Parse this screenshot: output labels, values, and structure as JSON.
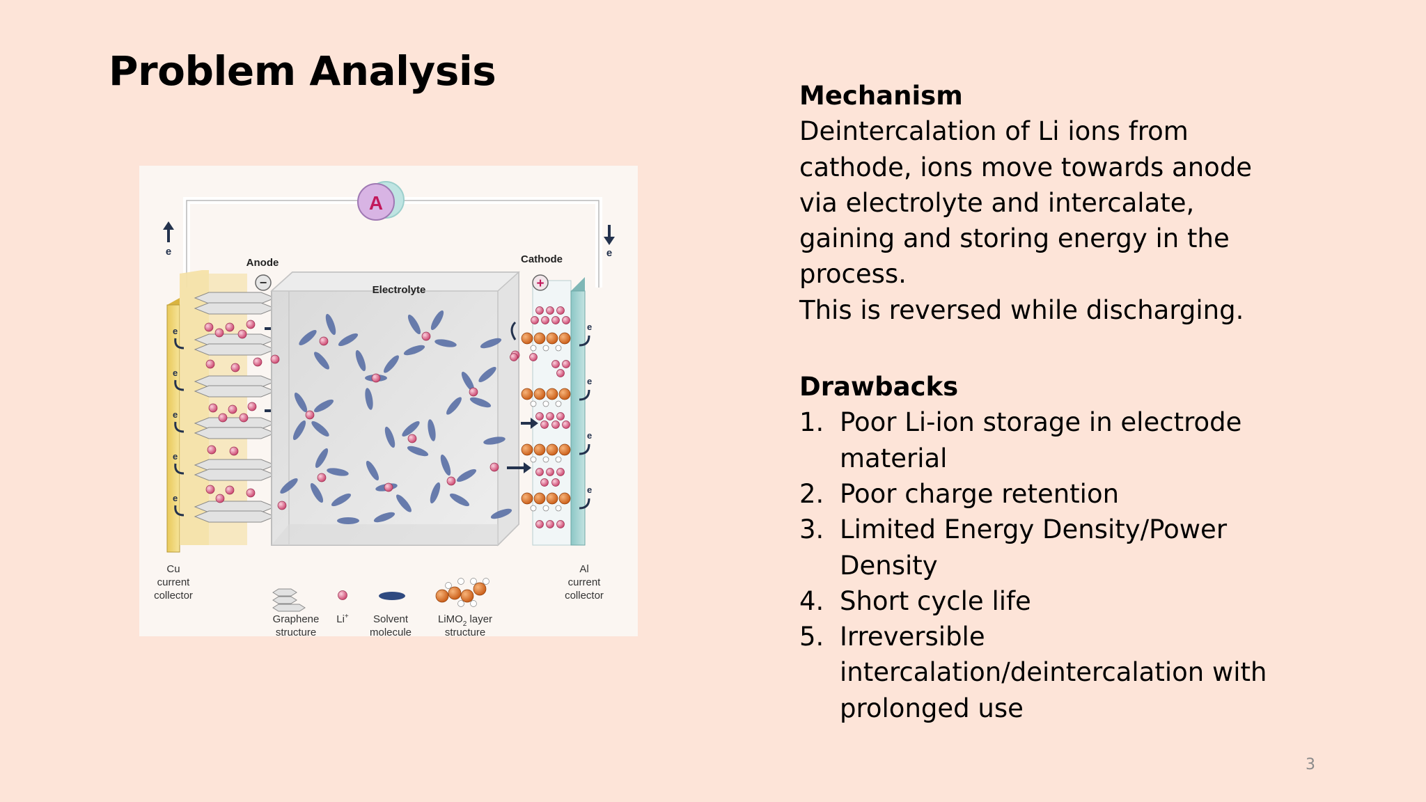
{
  "slide": {
    "title": "Problem Analysis",
    "page_number": "3"
  },
  "figure": {
    "ammeter_label": "A",
    "electron_left": "e",
    "electron_right": "e",
    "anode_label": "Anode",
    "cathode_label": "Cathode",
    "electrolyte_label": "Electrolyte",
    "minus_sign": "−",
    "plus_sign": "+",
    "electron_flow_label": "e",
    "cu_collector": [
      "Cu",
      "current",
      "collector"
    ],
    "al_collector": [
      "Al",
      "current",
      "collector"
    ],
    "legend": {
      "graphene": [
        "Graphene",
        "structure"
      ],
      "li": "Li",
      "li_sup": "+",
      "solvent": [
        "Solvent",
        "molecule"
      ],
      "limo_a": "LiMO",
      "limo_sub": "2",
      "limo_b": " layer",
      "limo_line2": "structure"
    },
    "colors": {
      "anode_collector": "#efd86a",
      "cathode_collector": "#a8d5d3",
      "li_ion": "#d8557c",
      "solvent": "#5a70a6",
      "metal_oxide": "#e07a2a",
      "ammeter": "#c8a4d8"
    }
  },
  "mechanism": {
    "heading": "Mechanism",
    "lines": [
      "Deintercalation of Li ions from",
      "cathode, ions move towards anode",
      "via electrolyte and intercalate,",
      "gaining and storing energy in the",
      "process."
    ],
    "reverse_note": "This is reversed while discharging."
  },
  "drawbacks": {
    "heading": "Drawbacks",
    "items": [
      {
        "num": "1.",
        "lines": [
          "Poor Li-ion storage in electrode",
          "material"
        ]
      },
      {
        "num": "2.",
        "lines": [
          "Poor charge retention"
        ]
      },
      {
        "num": "3.",
        "lines": [
          "Limited Energy Density/Power",
          "Density"
        ]
      },
      {
        "num": "4.",
        "lines": [
          "Short cycle life"
        ]
      },
      {
        "num": "5.",
        "lines": [
          "Irreversible",
          "intercalation/deintercalation with",
          "prolonged use"
        ]
      }
    ]
  }
}
